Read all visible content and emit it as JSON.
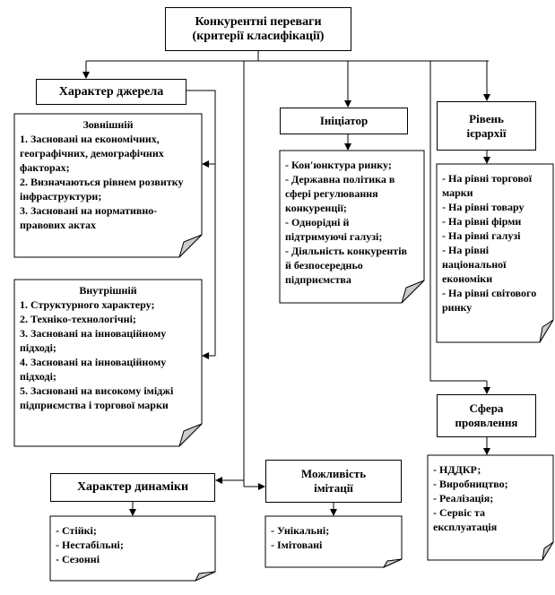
{
  "root": {
    "line1": "Конкурентні переваги",
    "line2": "(критерії класифікації)"
  },
  "source": {
    "title": "Характер джерела",
    "external": {
      "title": "Зовнішній",
      "items": [
        "1.  Засновані на економічних, географічних,  демографічних факторах;",
        "2.  Визначаються рівнем розвитку інфраструктури;",
        "3.   Засновані на нормативно-правових  актах"
      ]
    },
    "internal": {
      "title": "Внутрішній",
      "items": [
        "1.  Структурного характеру;",
        "2.  Техніко-технологічні;",
        "3.  Засновані на інноваційному  підході;",
        "4.  Засновані на інноваційному  підході;",
        "5.  Засновані на високому іміджі підприємства і торгової марки"
      ]
    }
  },
  "initiator": {
    "title": "Ініціатор",
    "items": [
      "- Кон'юнктура ринку;",
      "- Державна політика в сфері регулювання конкуренції;",
      "- Однорідні  й підтримуючі галузі;",
      "- Діяльність конкурентів  й безпосередньо підприємства"
    ]
  },
  "hierarchy": {
    "title1": "Рівень",
    "title2": "ієрархії",
    "items": [
      "- На рівні торгової марки",
      "- На рівні  товару",
      "- На рівні  фірми",
      "- На рівні  галузі",
      "- На рівні національної економіки",
      "- На рівні світового ринку"
    ]
  },
  "sphere": {
    "title1": "Сфера",
    "title2": "проявлення",
    "items": [
      "- НДДКР;",
      "- Виробництво;",
      "- Реалізація;",
      "- Сервіс та експлуатація"
    ]
  },
  "dynamics": {
    "title": "Характер  динаміки",
    "items": [
      "- Стійкі;",
      "- Нестабільні;",
      "- Сезонні"
    ]
  },
  "imitation": {
    "title1": "Можливість",
    "title2": "імітації",
    "items": [
      "- Унікальні;",
      "- Імітовані"
    ]
  }
}
